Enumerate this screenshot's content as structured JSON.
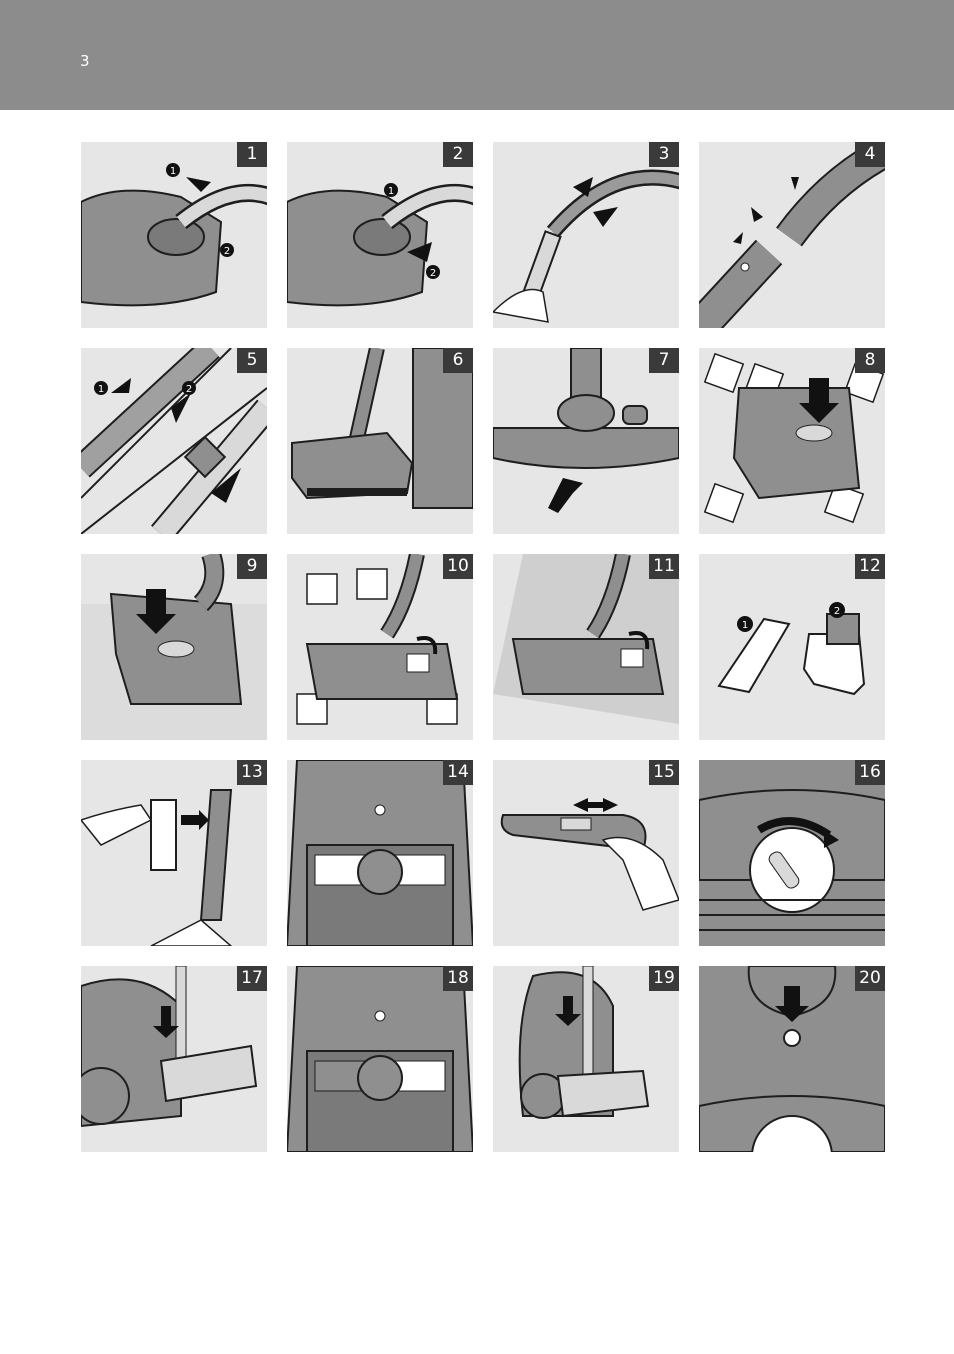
{
  "page": {
    "number": "3"
  },
  "panels": [
    {
      "label": "1",
      "art": "hose-insert"
    },
    {
      "label": "2",
      "art": "hose-remove"
    },
    {
      "label": "3",
      "art": "tube-connect"
    },
    {
      "label": "4",
      "art": "tube-join"
    },
    {
      "label": "5",
      "art": "telescopic-tube"
    },
    {
      "label": "6",
      "art": "nozzle-wall"
    },
    {
      "label": "7",
      "art": "nozzle-front"
    },
    {
      "label": "8",
      "art": "nozzle-hard-floor"
    },
    {
      "label": "9",
      "art": "nozzle-carpet"
    },
    {
      "label": "10",
      "art": "nozzle-brush-floor"
    },
    {
      "label": "11",
      "art": "nozzle-brush-carpet"
    },
    {
      "label": "12",
      "art": "accessories"
    },
    {
      "label": "13",
      "art": "accessory-holder"
    },
    {
      "label": "14",
      "art": "appliance-top"
    },
    {
      "label": "15",
      "art": "suction-slide"
    },
    {
      "label": "16",
      "art": "power-dial"
    },
    {
      "label": "17",
      "art": "parking-side"
    },
    {
      "label": "18",
      "art": "appliance-top"
    },
    {
      "label": "19",
      "art": "parking-upright"
    },
    {
      "label": "20",
      "art": "button-press"
    }
  ],
  "markers": {
    "one": "1",
    "two": "2"
  },
  "colors": {
    "header": "#8c8c8c",
    "panel_bg": "#e6e6e6",
    "label_bg": "#3a3a3a",
    "ink": "#1e1e1e",
    "body": "#8f8f8f"
  }
}
